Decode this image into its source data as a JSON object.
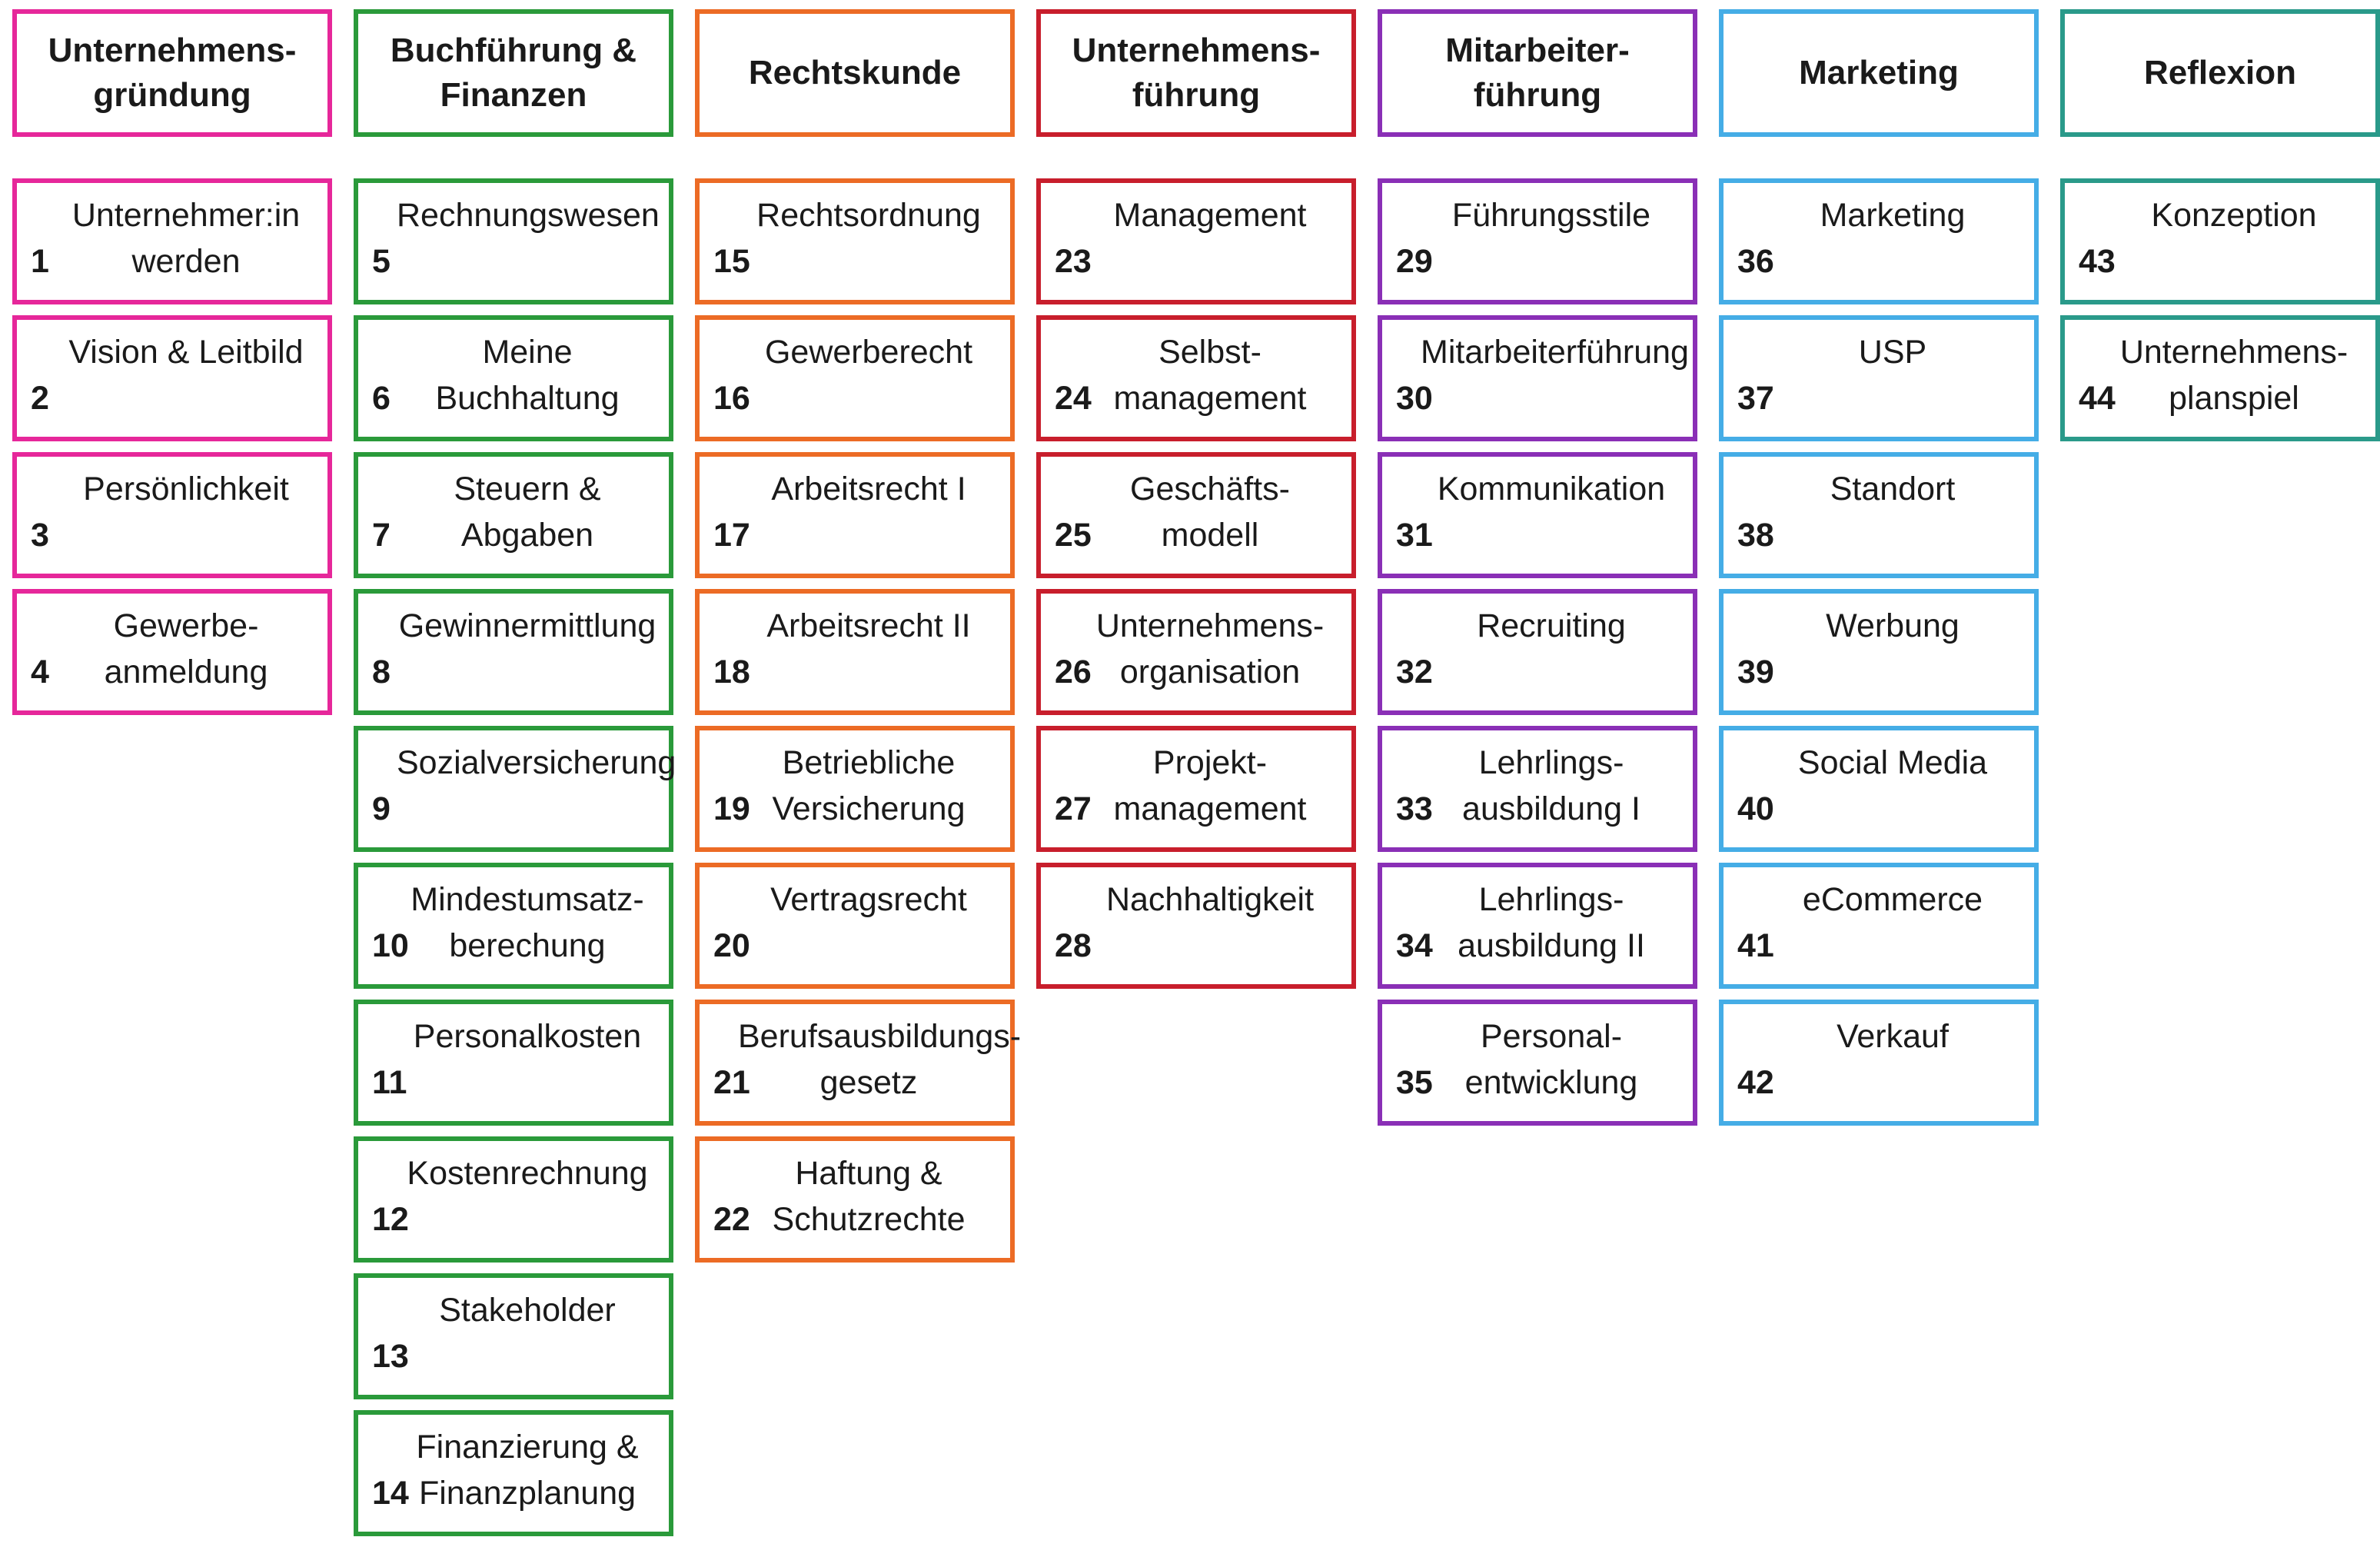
{
  "columns": [
    {
      "header": "Unternehmens-\ngründung",
      "color": "#e6279a",
      "cards": [
        {
          "num": "1",
          "title": "Unternehmer:in\nwerden"
        },
        {
          "num": "2",
          "title": "Vision & Leitbild"
        },
        {
          "num": "3",
          "title": "Persönlichkeit"
        },
        {
          "num": "4",
          "title": "Gewerbe-\nanmeldung"
        }
      ]
    },
    {
      "header": "Buchführung &\nFinanzen",
      "color": "#2a9a3a",
      "cards": [
        {
          "num": "5",
          "title": "Rechnungswesen"
        },
        {
          "num": "6",
          "title": "Meine Buchhaltung"
        },
        {
          "num": "7",
          "title": "Steuern & Abgaben"
        },
        {
          "num": "8",
          "title": "Gewinnermittlung"
        },
        {
          "num": "9",
          "title": "Sozialversicherung"
        },
        {
          "num": "10",
          "title": "Mindestumsatz-\nberechung"
        },
        {
          "num": "11",
          "title": "Personalkosten"
        },
        {
          "num": "12",
          "title": "Kostenrechnung"
        },
        {
          "num": "13",
          "title": "Stakeholder"
        },
        {
          "num": "14",
          "title": "Finanzierung &\nFinanzplanung"
        }
      ]
    },
    {
      "header": "Rechtskunde",
      "color": "#ec6b25",
      "cards": [
        {
          "num": "15",
          "title": "Rechtsordnung"
        },
        {
          "num": "16",
          "title": "Gewerberecht"
        },
        {
          "num": "17",
          "title": "Arbeitsrecht I"
        },
        {
          "num": "18",
          "title": "Arbeitsrecht II"
        },
        {
          "num": "19",
          "title": "Betriebliche\nVersicherung"
        },
        {
          "num": "20",
          "title": "Vertragsrecht"
        },
        {
          "num": "21",
          "title": "Berufsausbildungs-\ngesetz"
        },
        {
          "num": "22",
          "title": "Haftung &\nSchutzrechte"
        }
      ]
    },
    {
      "header": "Unternehmens-\nführung",
      "color": "#c81e2c",
      "cards": [
        {
          "num": "23",
          "title": "Management"
        },
        {
          "num": "24",
          "title": "Selbst-\nmanagement"
        },
        {
          "num": "25",
          "title": "Geschäfts-\nmodell"
        },
        {
          "num": "26",
          "title": "Unternehmens-\norganisation"
        },
        {
          "num": "27",
          "title": "Projekt-\nmanagement"
        },
        {
          "num": "28",
          "title": "Nachhaltigkeit"
        }
      ]
    },
    {
      "header": "Mitarbeiter-\nführung",
      "color": "#8a2fb6",
      "cards": [
        {
          "num": "29",
          "title": "Führungsstile"
        },
        {
          "num": "30",
          "title": "Mitarbeiterführung"
        },
        {
          "num": "31",
          "title": "Kommunikation"
        },
        {
          "num": "32",
          "title": "Recruiting"
        },
        {
          "num": "33",
          "title": "Lehrlings-\nausbildung I"
        },
        {
          "num": "34",
          "title": "Lehrlings-\nausbildung II"
        },
        {
          "num": "35",
          "title": "Personal-\nentwicklung"
        }
      ]
    },
    {
      "header": "Marketing",
      "color": "#45ade6",
      "cards": [
        {
          "num": "36",
          "title": "Marketing"
        },
        {
          "num": "37",
          "title": "USP"
        },
        {
          "num": "38",
          "title": "Standort"
        },
        {
          "num": "39",
          "title": "Werbung"
        },
        {
          "num": "40",
          "title": "Social Media"
        },
        {
          "num": "41",
          "title": "eCommerce"
        },
        {
          "num": "42",
          "title": "Verkauf"
        }
      ]
    },
    {
      "header": "Reflexion",
      "color": "#2a9a8a",
      "cards": [
        {
          "num": "43",
          "title": "Konzeption"
        },
        {
          "num": "44",
          "title": "Unternehmens-\nplanspiel"
        }
      ]
    }
  ]
}
